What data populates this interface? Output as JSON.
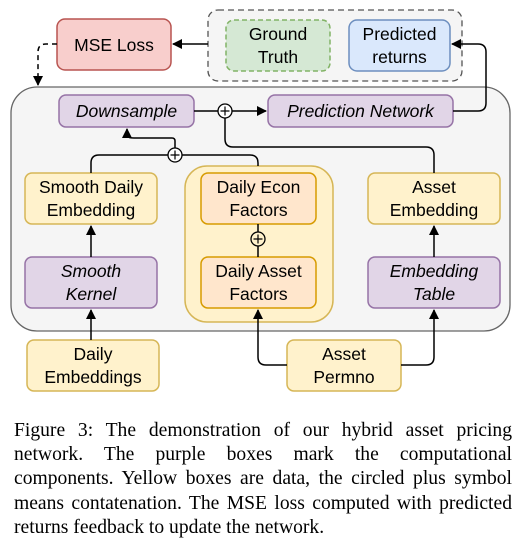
{
  "nodes": {
    "mse_loss": "MSE Loss",
    "ground_truth_1": "Ground",
    "ground_truth_2": "Truth",
    "predicted_returns_1": "Predicted",
    "predicted_returns_2": "returns",
    "downsample": "Downsample",
    "prediction_network": "Prediction Network",
    "smooth_daily_embedding_1": "Smooth Daily",
    "smooth_daily_embedding_2": "Embedding",
    "daily_econ_factors_1": "Daily Econ",
    "daily_econ_factors_2": "Factors",
    "daily_asset_factors_1": "Daily Asset",
    "daily_asset_factors_2": "Factors",
    "asset_embedding_1": "Asset",
    "asset_embedding_2": "Embedding",
    "smooth_kernel_1": "Smooth",
    "smooth_kernel_2": "Kernel",
    "embedding_table_1": "Embedding",
    "embedding_table_2": "Table",
    "daily_embeddings_1": "Daily",
    "daily_embeddings_2": "Embeddings",
    "asset_permno_1": "Asset",
    "asset_permno_2": "Permno"
  },
  "caption": "Figure 3: The demonstration of our hybrid asset pricing network. The purple boxes mark the computational components. Yellow boxes are data, the circled plus symbol means contatenation. The MSE loss computed with predicted returns feedback to update the network.",
  "colors": {
    "purple_fill": "#e1d5e7",
    "purple_stroke": "#9673a6",
    "yellow_fill": "#fff2cc",
    "yellow_stroke": "#d6b656",
    "orange_fill": "#ffe6cc",
    "orange_stroke": "#d79b00",
    "red_fill": "#f8cecc",
    "red_stroke": "#b85450",
    "green_fill": "#d5e8d4",
    "green_stroke": "#82b366",
    "blue_fill": "#dae8fc",
    "blue_stroke": "#6c8ebf",
    "container_fill": "#f5f5f5",
    "container_stroke": "#666666"
  }
}
